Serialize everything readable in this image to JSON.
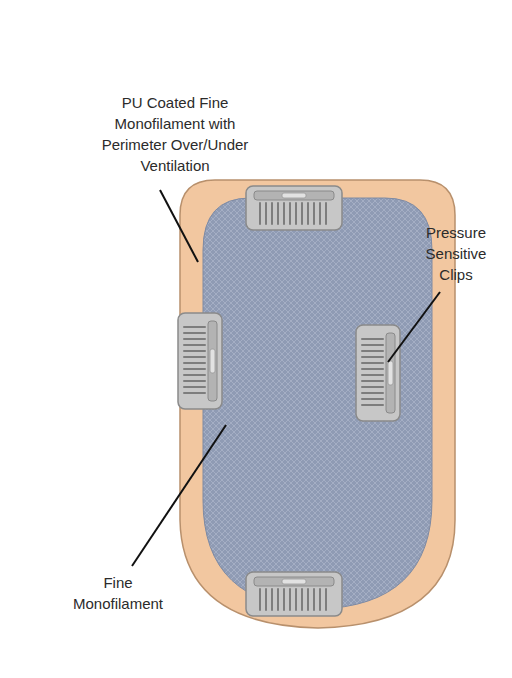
{
  "diagram": {
    "labels": [
      "PU Coated Fine Monofilament with Perimeter Over/Under Ventilation",
      "Pressure Sensitive Clips",
      "Fine Monofilament"
    ]
  }
}
